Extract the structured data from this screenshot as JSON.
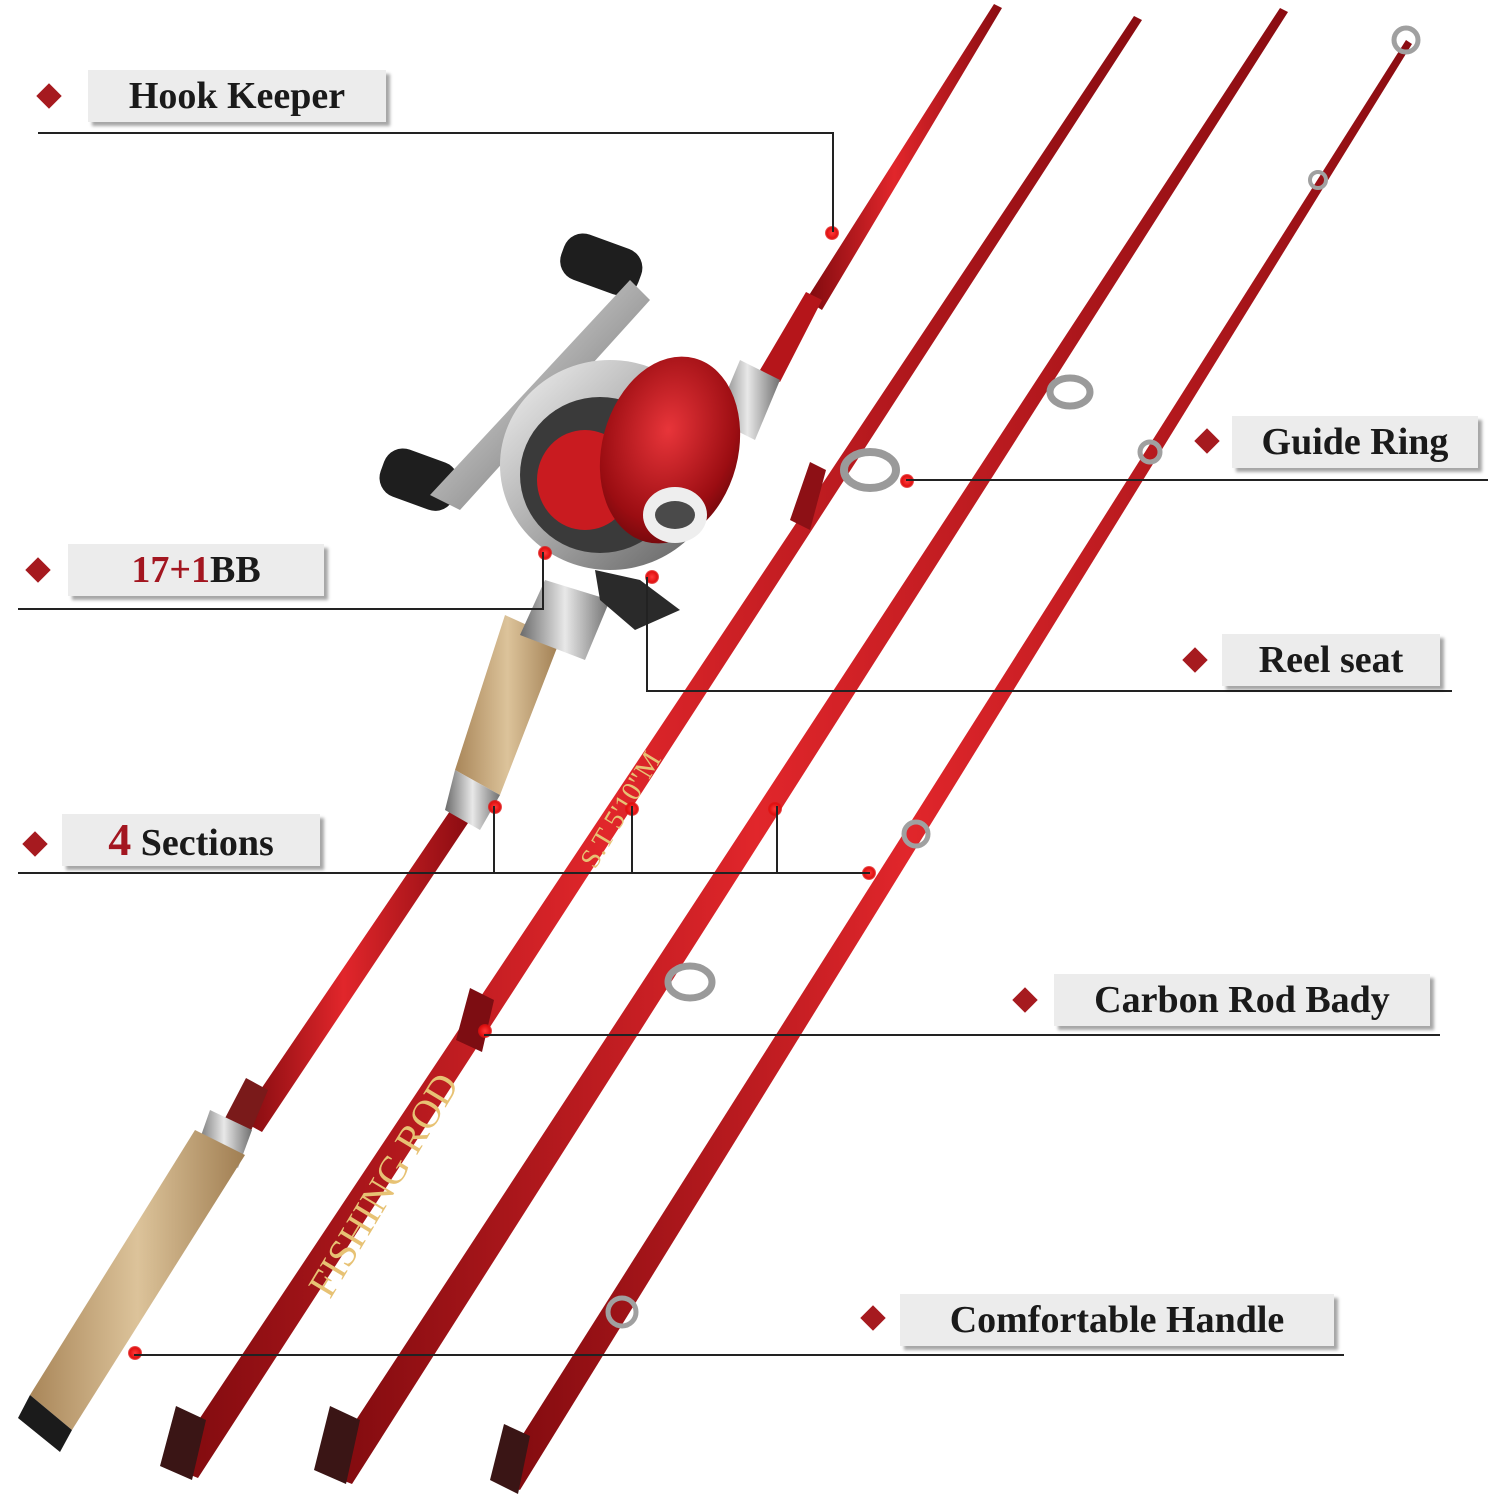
{
  "labels": {
    "hook_keeper": "Hook Keeper",
    "guide_ring": "Guide Ring",
    "bearings_red": "17+1",
    "bearings_rest": "BB",
    "reel_seat": "Reel seat",
    "sections_num": "4",
    "sections_text": " Sections",
    "carbon_rod": "Carbon Rod Bady",
    "handle": "Comfortable Handle"
  },
  "rod_text": {
    "fishing_rod": "FISHING ROD",
    "model": "S.T 5'10\"M"
  },
  "colors": {
    "rod_red": "#c4161c",
    "accent_red": "#a61a1f",
    "cork": "#c9a878",
    "label_bg": "#ececec"
  }
}
